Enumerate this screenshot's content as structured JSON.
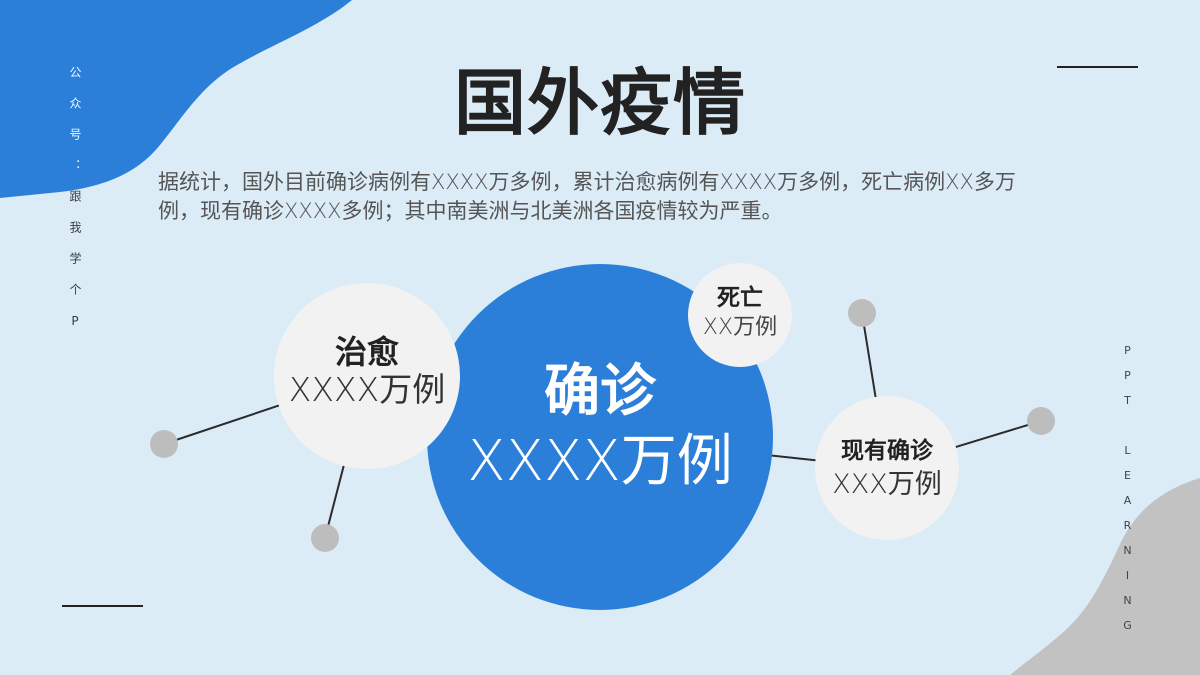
{
  "title": "国外疫情",
  "description": "据统计，国外目前确诊病例有XXXX万多例，累计治愈病例有XXXX万多例，死亡病例XX多万例，现有确诊XXXX多例；其中南美洲与北美洲各国疫情较为严重。",
  "side_text_left": "公众号：跟我学个P",
  "side_text_right": "PPT LEARNING",
  "nodes": {
    "confirmed": {
      "label": "确诊",
      "value": "XXXX万例"
    },
    "cured": {
      "label": "治愈",
      "value": "XXXX万例"
    },
    "deaths": {
      "label": "死亡",
      "value": "XX万例"
    },
    "active": {
      "label": "现有确诊",
      "value": "XXX万例"
    }
  },
  "colors": {
    "background": "#dcecf7",
    "accent": "#2b7fd9",
    "node_fill": "#f2f2f2",
    "dot": "#bdbdbd",
    "gray_shape": "#c2c2c2",
    "text_dark": "#222222"
  }
}
